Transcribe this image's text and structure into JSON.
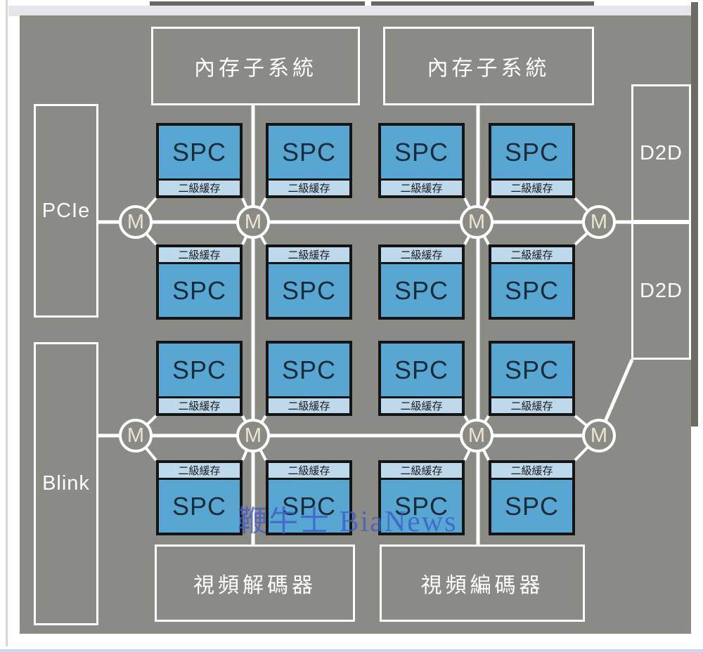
{
  "diagram_title": "chip-floorplan",
  "colors": {
    "chip_background": "#8b8b85",
    "wire_white": "#ffffff",
    "spc_block": "#58a7d2",
    "spc_cache_strip": "#bed8ec",
    "spc_border": "#141414",
    "watermark_blue": "#3e5cc8",
    "top_band": "#e4e6e9",
    "bottom_edge_line": "#c9d7f2"
  },
  "memory_boxes": [
    {
      "label": "內存子系統"
    },
    {
      "label": "內存子系統"
    }
  ],
  "left_blocks": [
    {
      "label": "PCIe"
    },
    {
      "label": "Blink"
    }
  ],
  "right_blocks": [
    {
      "label": "D2D"
    },
    {
      "label": "D2D"
    }
  ],
  "bottom_blocks": [
    {
      "label": "視頻解碼器"
    },
    {
      "label": "視頻編碼器"
    }
  ],
  "spc": {
    "label": "SPC",
    "cache_label": "二級緩存",
    "count": 16,
    "grid": "4x4",
    "cache_strip_side_by_row": [
      "bottom",
      "top",
      "bottom",
      "top"
    ]
  },
  "mesh_node": {
    "label": "M",
    "count": 8,
    "rows": 2,
    "per_row": 4
  },
  "watermark": {
    "text": "鞭牛士 BiaNews"
  }
}
